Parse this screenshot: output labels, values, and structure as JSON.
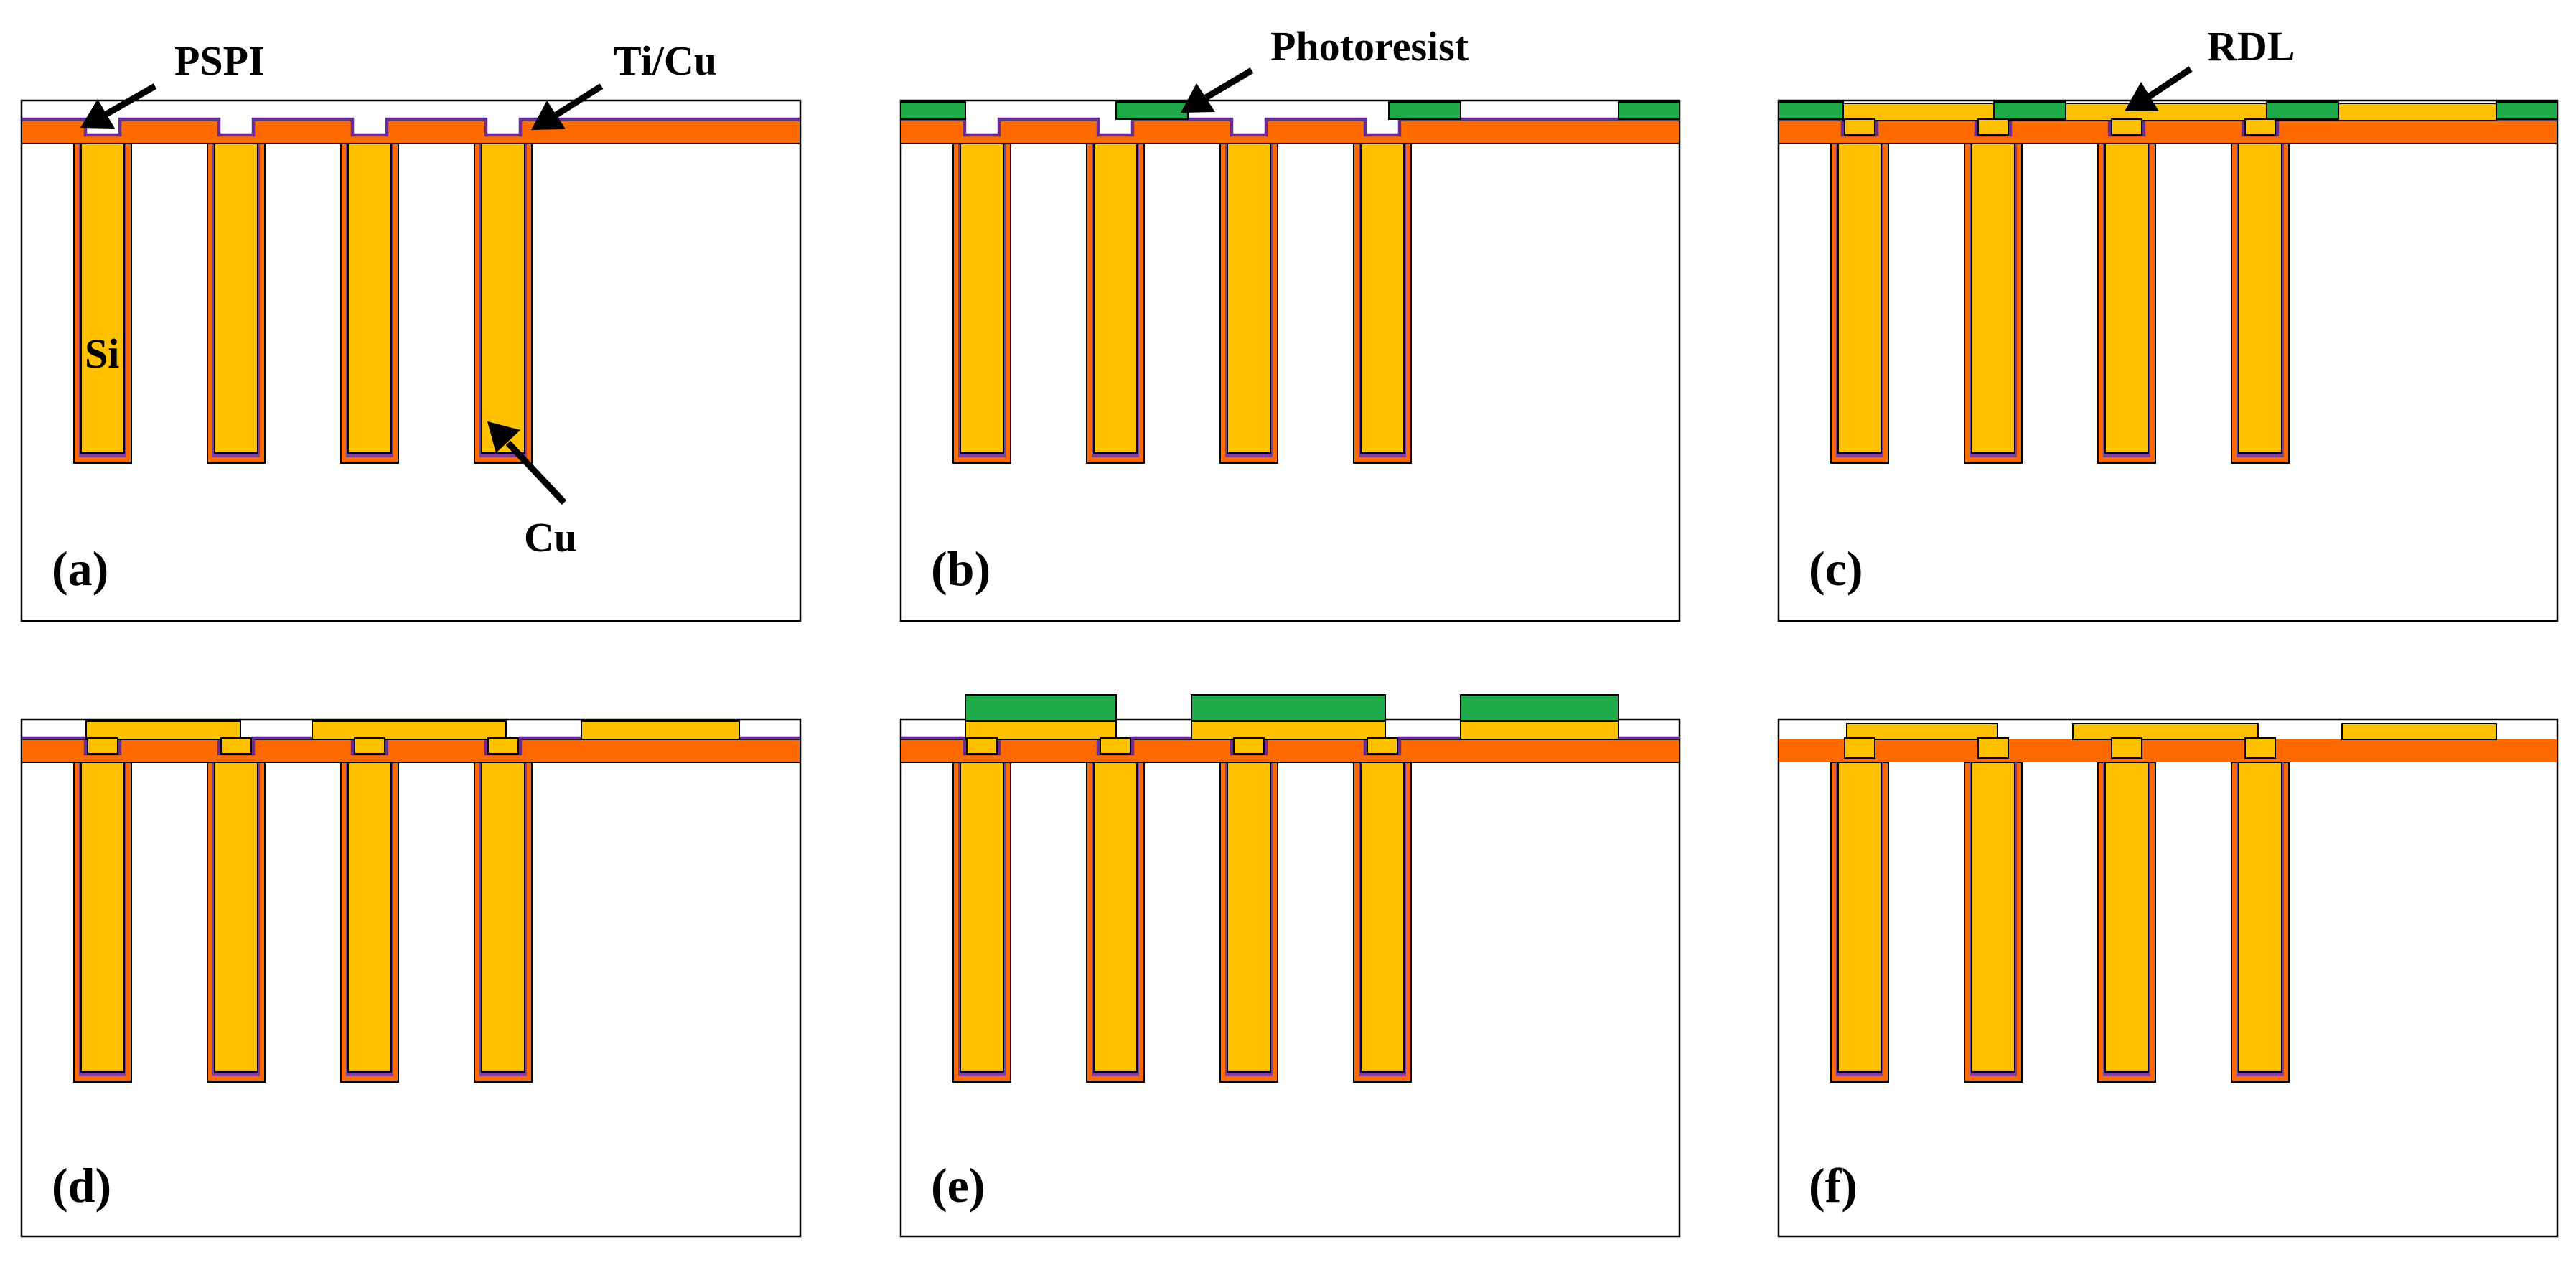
{
  "figure": {
    "panels": [
      {
        "id": "a",
        "label": "(a)",
        "step": "seed",
        "callouts": [
          "PSPI",
          "Ti/Cu",
          "Si",
          "Cu"
        ]
      },
      {
        "id": "b",
        "label": "(b)",
        "step": "photoresist",
        "callouts": [
          "Photoresist"
        ]
      },
      {
        "id": "c",
        "label": "(c)",
        "step": "rdl-plated",
        "callouts": [
          "RDL"
        ]
      },
      {
        "id": "d",
        "label": "(d)",
        "step": "resist-stripped",
        "callouts": []
      },
      {
        "id": "e",
        "label": "(e)",
        "step": "pad-resist",
        "callouts": []
      },
      {
        "id": "f",
        "label": "(f)",
        "step": "seed-etched",
        "callouts": []
      }
    ],
    "materials": {
      "si": "#ffffff",
      "pspi": "#ff6a00",
      "ti_cu_seed": "#6a2c91",
      "cu": "#ffc000",
      "photoresist": "#1faa4a",
      "rdl": "#ffc000"
    }
  },
  "labels": {
    "pspi": "PSPI",
    "ti_cu": "Ti/Cu",
    "si": "Si",
    "cu": "Cu",
    "photoresist": "Photoresist",
    "rdl": "RDL",
    "panel_a": "(a)",
    "panel_b": "(b)",
    "panel_c": "(c)",
    "panel_d": "(d)",
    "panel_e": "(e)",
    "panel_f": "(f)"
  }
}
